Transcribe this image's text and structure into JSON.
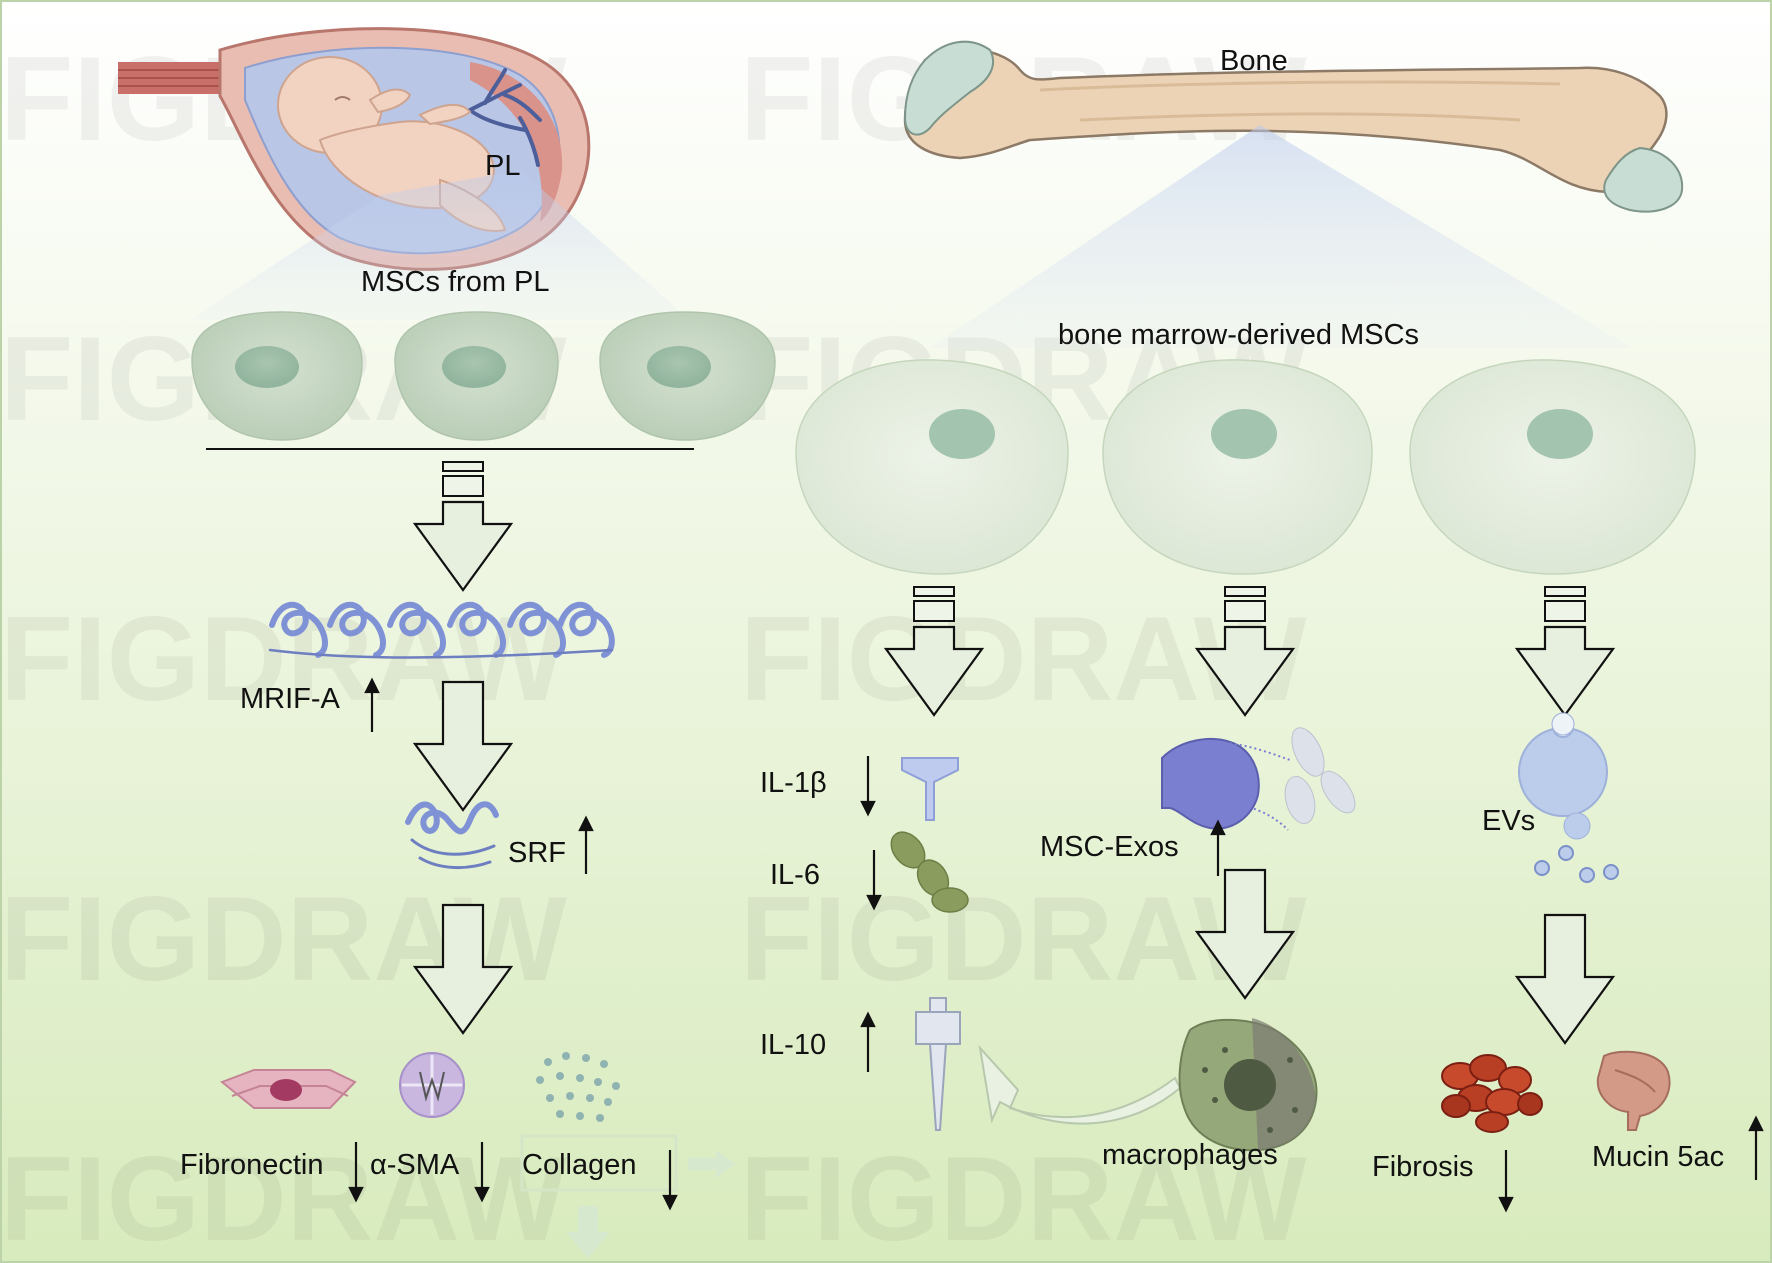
{
  "labels": {
    "pl": "PL",
    "bone": "Bone",
    "mscs_from_pl": "MSCs from PL",
    "bm_mscs": "bone marrow-derived MSCs",
    "mrif_a": "MRIF-A",
    "srf": "SRF",
    "fibronectin": "Fibronectin",
    "alpha_sma": "α-SMA",
    "collagen": "Collagen",
    "il1b": "IL-1β",
    "il6": "IL-6",
    "il10": "IL-10",
    "msc_exos": "MSC-Exos",
    "macrophages": "macrophages",
    "evs": "EVs",
    "fibrosis": "Fibrosis",
    "mucin5ac": "Mucin 5ac"
  },
  "watermark": "FIGDRAW",
  "colors": {
    "bg_top": "#ffffff",
    "bg_bottom": "#dcedc2",
    "cell_left": "#c7d8c4",
    "cell_right": "#e3ecdd",
    "nucleus": "#9dbfa7",
    "arrow_fill": "#e4eedd",
    "protein": "#8fa2e0",
    "bone": "#ecd3b6",
    "cartilage": "#c8ddd3"
  }
}
